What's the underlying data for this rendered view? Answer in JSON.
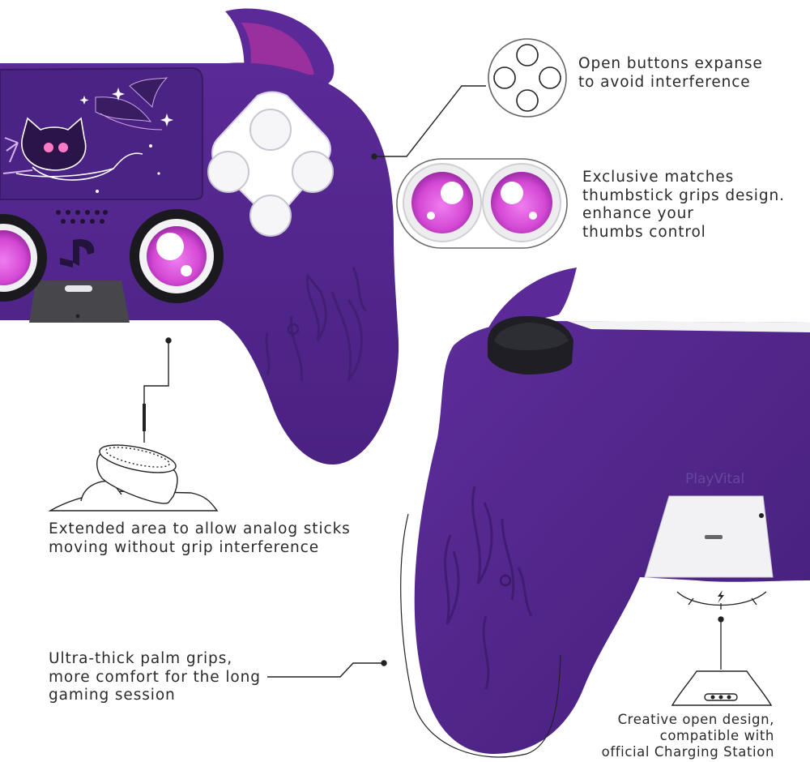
{
  "captions": {
    "open_buttons": "Open buttons expanse\nto avoid interference",
    "thumbstick": "Exclusive matches\nthumbstick grips design.\nenhance your\nthumbs control",
    "analog": "Extended area to allow analog sticks\nmoving without grip interference",
    "palm": "Ultra-thick palm grips,\nmore comfort for the long\ngaming session",
    "charging": "Creative open design,\ncompatible with\nofficial Charging Station"
  },
  "brand_text": "PlayVital",
  "icons": [
    "button-layout-icon",
    "thumbstick-grip-icon",
    "analog-stick-icon",
    "charging-station-icon",
    "bolt-icon"
  ],
  "colors": {
    "skin": "#4e2587",
    "skin_dark": "#3a1a66",
    "grip_pink": "#d94fd6",
    "button_white": "#f4f4f6",
    "text": "#2a2a2a"
  }
}
